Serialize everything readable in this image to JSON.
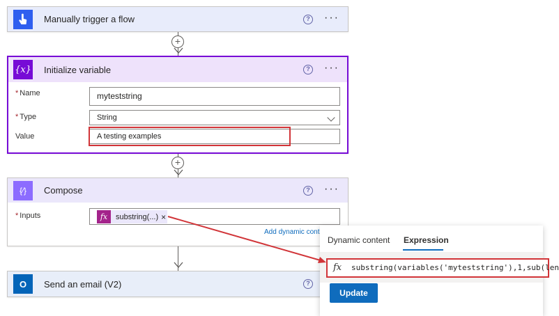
{
  "trigger": {
    "title": "Manually trigger a flow",
    "icon": "hand-touch-icon",
    "color": "#2f5fef"
  },
  "init_variable": {
    "title": "Initialize variable",
    "icon": "curly-x-icon",
    "color": "#770bd6",
    "name_label": "Name",
    "name_value": "myteststring",
    "type_label": "Type",
    "type_value": "String",
    "value_label": "Value",
    "value_value": "A testing examples",
    "required_mark": "*"
  },
  "compose": {
    "title": "Compose",
    "icon": "curly-compose-icon",
    "color": "#8c6cff",
    "inputs_label": "Inputs",
    "required_mark": "*",
    "token_icon": "fx",
    "token_label": "substring(...)",
    "token_remove": "×",
    "add_dynamic": "Add dynamic cont"
  },
  "send_email": {
    "title": "Send an email (V2)",
    "icon": "outlook-icon",
    "color": "#0364b8"
  },
  "common": {
    "help_glyph": "?",
    "more_glyph": "···",
    "plus_glyph": "+"
  },
  "popup": {
    "tab_dynamic": "Dynamic content",
    "tab_expression": "Expression",
    "fx_glyph": "fx",
    "expression": "substring(variables('myteststring'),1,sub(len",
    "update_label": "Update"
  },
  "colors": {
    "trigger_header_bg": "#e8ecfb",
    "init_header_bg": "#eee2fb",
    "init_border": "#770bd6",
    "compose_header_bg": "#ebe7fb",
    "email_header_bg": "#e8eef9",
    "annotation_red": "#d13438",
    "update_blue": "#0f6cbd"
  }
}
